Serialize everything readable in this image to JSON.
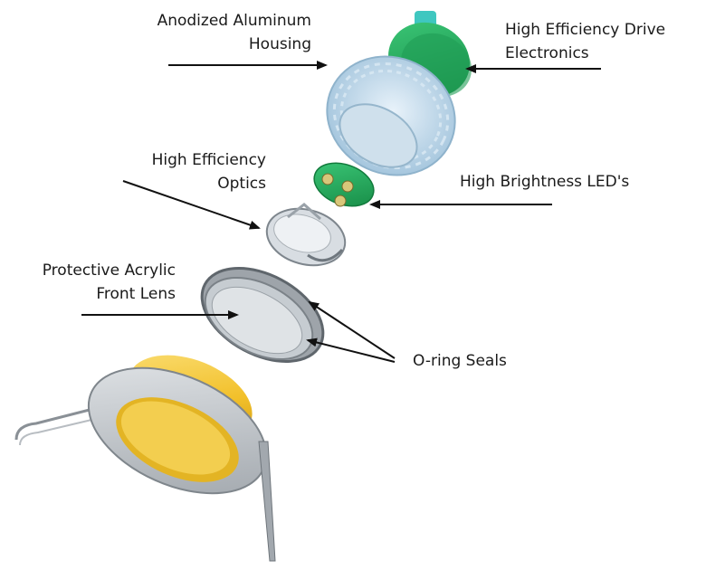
{
  "labels": {
    "housing": [
      "Anodized Aluminum",
      "Housing"
    ],
    "drive": [
      "High Efficiency Drive",
      "Electronics"
    ],
    "optics": [
      "High Efficiency",
      "Optics"
    ],
    "leds": [
      "High Brightness LED's"
    ],
    "lens": [
      "Protective Acrylic",
      "Front Lens"
    ],
    "seals": [
      "O-ring Seals"
    ]
  },
  "colors": {
    "pcb_green": "#22a45a",
    "heatsink_blue": "#bcd6e8",
    "trim_gold": "#f2c02a",
    "trim_silver": "#b9bec3",
    "seal_gray": "#8d9297",
    "arrow": "#111111"
  }
}
